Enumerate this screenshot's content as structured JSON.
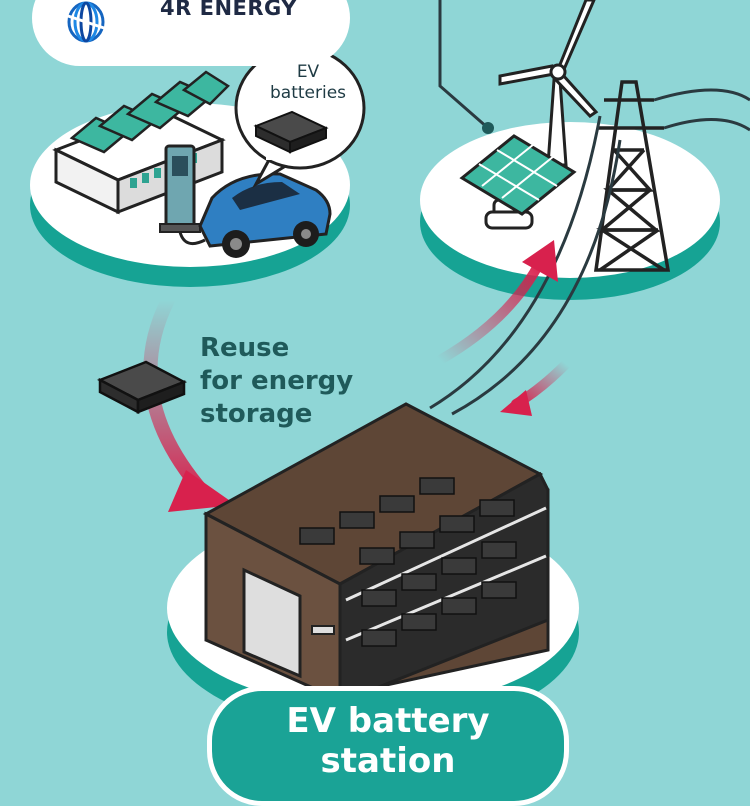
{
  "brand": {
    "name": "4R ENERGY",
    "logo_icon": "swirl-logo-icon",
    "logo_color": "#1565c0"
  },
  "bubble": {
    "line1": "EV",
    "line2": "batteries"
  },
  "reuse_label": {
    "line1": "Reuse",
    "line2": "for energy",
    "line3": "storage"
  },
  "station_label": {
    "line1": "EV battery",
    "line2": "station"
  },
  "colors": {
    "background": "#8fd6d6",
    "platform_top": "#ffffff",
    "platform_rim": "#16a394",
    "arrow": "#d8214d",
    "warehouse_roof": "#5e4636",
    "label_text": "#1f5a5a"
  },
  "icons": [
    "factory-icon",
    "solar-panel-icon",
    "ev-charger-icon",
    "electric-car-icon",
    "battery-pack-icon",
    "wind-turbine-icon",
    "power-pylon-icon",
    "warehouse-icon"
  ]
}
